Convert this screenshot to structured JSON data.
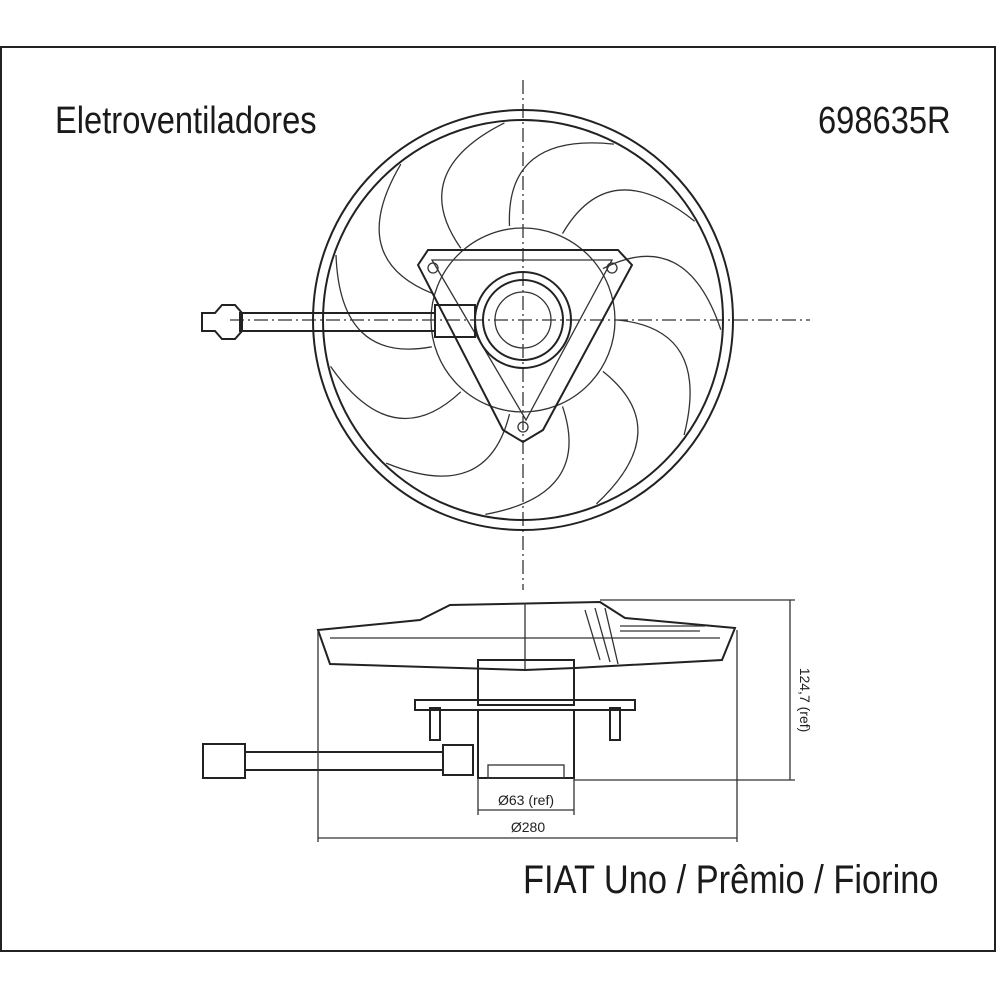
{
  "header": {
    "category": "Eletroventiladores",
    "part_number": "698635R"
  },
  "footer": {
    "vehicles": "FIAT Uno / Prêmio / Fiorino"
  },
  "dimensions": {
    "hub_diameter": "Ø63 (ref)",
    "fan_diameter": "Ø280",
    "height": "124,7 (ref)"
  },
  "colors": {
    "line": "#222222",
    "background": "#ffffff"
  }
}
